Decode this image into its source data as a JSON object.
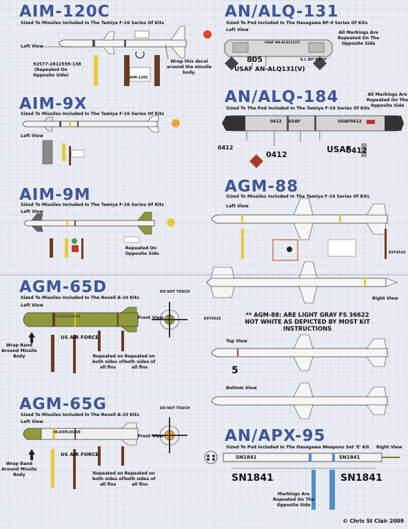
{
  "aim120c": {
    "title": "AIM-120C",
    "subtitle": "Sized To Missiles Included In The Tamiya F-16 Series Of Kits",
    "left_view": "Left View",
    "serial": "92577-2812559-138",
    "repeated": "(Repeated On\nOpposite Side)",
    "wrap_note": "Wrap this decal\naround the missile\nbody.",
    "stencil": "AIM-120C"
  },
  "alq131": {
    "title": "AN/ALQ-131",
    "subtitle": "Sized To Pod Included In The Hasegawa RF-4 Series Of Kits",
    "left_view": "Left View",
    "all_markings": "All Markings Are\nRepeated On The\nOpposite Side",
    "number": "805",
    "usaf_label": "USAF AN-ALQ131(V)",
    "pod_text": "USAF AN-ALQ131(V)",
    "ei_text": "E.I. BIT PS/HT"
  },
  "aim9x": {
    "title": "AIM-9X",
    "subtitle": "Sized To Missiles Included In The Tamiya F-16 Series Of Kits",
    "left_view": "Left View"
  },
  "alq184": {
    "title": "AN/ALQ-184",
    "subtitle": "Sized To The Pod Included In The Tamiya F-16 Series Of Kits",
    "all_markings": "All Markings Are\nRepeated On The\nOpposite Side",
    "code": "0412",
    "usaf": "USAF",
    "code_large_left": "0412",
    "code_large_right": "0412",
    "code_side": "0412"
  },
  "aim9m": {
    "title": "AIM-9M",
    "subtitle": "Sized To Missiles Included In The Tamiya F-16 Series Of Kits",
    "left_view": "Left View",
    "repeated": "Repeated On\nOpposite Side"
  },
  "agm88": {
    "title": "AGM-88",
    "subtitle": "Sized To Missiles Included In The Tamiya F-16 Series Of Kits",
    "left_view": "Left View",
    "right_view": "Right View",
    "top_view": "Top View",
    "bottom_view": "Bottom View",
    "note": "** AGM-88: ARE LIGHT GRAY FS 36622\nNOT WHITE AS DEPICTED BY MOST KIT\nINSTRUCTIONS",
    "number": "5",
    "code_a": "EXT4525",
    "code_b": "EXT4525"
  },
  "agm65d": {
    "title": "AGM-65D",
    "subtitle": "Sized To Missiles Included In The Revell A-10 Kits",
    "left_view": "Left View",
    "front_view": "Front View",
    "do_not_touch": "DO NOT TOUCH",
    "us_air_force": "US AIR FORCE",
    "wrap": "Wrap Band\nAround Missile\nBody",
    "repeated_a": "Repeated on\nboth sides of\nall fins",
    "repeated_b": "Repeated on\nboth sides of\nall fins",
    "hi_explosive": "HI-EXPLOSIVE"
  },
  "agm65g": {
    "title": "AGM-65G",
    "subtitle": "Sized To Missiles Included In The Revell A-10 Kits",
    "left_view": "Left View",
    "front_view": "Front View",
    "do_not_touch": "DO NOT TOUCH",
    "us_air_force": "US AIR FORCE",
    "wrap": "Wrap Band\nAround Missile\nBody",
    "repeated_a": "Repeated on\nboth sides of\nall fins",
    "repeated_b": "Repeated on\nboth sides of\nall fins",
    "hi_explosive": "HI-EXPLOSIVE"
  },
  "apx95": {
    "title": "AN/APX-95",
    "subtitle": "Sized To Pod Included In The Hasegawa Weapons Set 'E' Kit",
    "right_view": "Right View",
    "sn_small_left": "SN1841",
    "sn_small_right": "SN1841",
    "sn_big_left": "SN1841",
    "sn_big_right": "SN1841",
    "markings": "Markings Are\nRepeated On The\nOpposite Side"
  },
  "copyright": "© Chris St Clair 2009",
  "colors": {
    "title_blue": "#3f5596",
    "orange_dot": "#f0a23a",
    "red_dot": "#e0452a",
    "olive": "#8f9a3c",
    "stripe_yellow": "#e8c93c",
    "stripe_brown": "#6b3a22",
    "apx_blue": "#4d8fc9"
  }
}
